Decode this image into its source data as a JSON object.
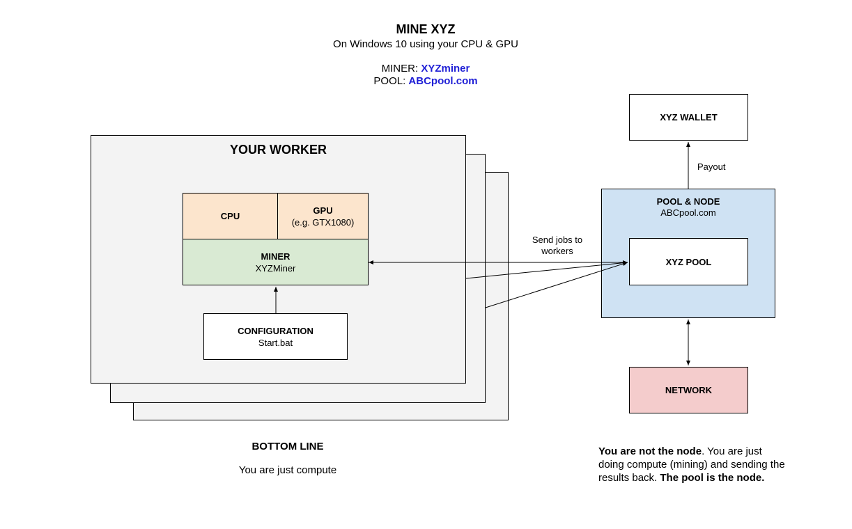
{
  "header": {
    "title": "MINE XYZ",
    "subtitle": "On Windows 10 using your CPU & GPU",
    "miner_prefix": "MINER: ",
    "miner_value": "XYZminer",
    "pool_prefix": "POOL: ",
    "pool_value": "ABCpool.com"
  },
  "worker": {
    "title": "YOUR WORKER",
    "cpu": "CPU",
    "gpu": "GPU",
    "gpu_example": "(e.g. GTX1080)",
    "miner_title": "MINER",
    "miner_name": "XYZMiner",
    "config_title": "CONFIGURATION",
    "config_file": "Start.bat"
  },
  "pool": {
    "title": "POOL & NODE",
    "subtitle": "ABCpool.com",
    "inner": "XYZ POOL"
  },
  "wallet": {
    "label": "XYZ WALLET"
  },
  "network": {
    "label": "NETWORK"
  },
  "edges": {
    "payout": "Payout",
    "send_jobs": "Send jobs to workers"
  },
  "bottom_line": {
    "title": "BOTTOM LINE",
    "text": "You are just compute"
  },
  "note": {
    "bold1": "You are not the node",
    "text": ". You are just doing compute (mining) and sending the results back. ",
    "bold2": "The pool is the node."
  },
  "colors": {
    "worker_bg": "#f3f3f3",
    "hardware_bg": "#fce5cd",
    "miner_bg": "#d9ead3",
    "pool_bg": "#cfe2f3",
    "network_bg": "#f4cccc",
    "link_blue": "#1f1fd6"
  }
}
